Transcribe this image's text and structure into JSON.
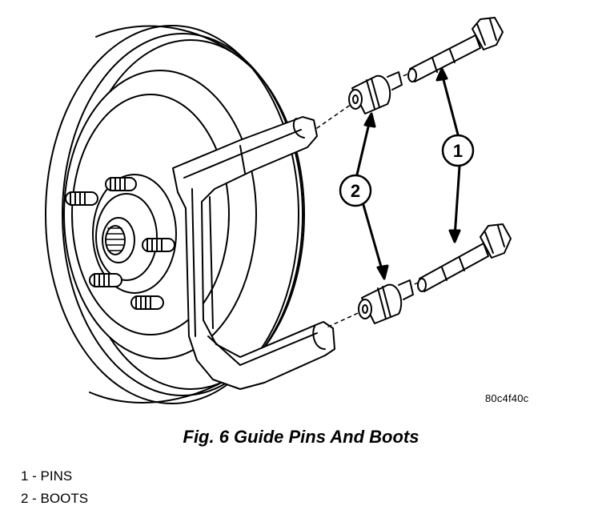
{
  "figure": {
    "code": "80c4f40c",
    "caption": "Fig. 6 Guide Pins And Boots",
    "callouts": [
      {
        "number": "1",
        "part": "pins"
      },
      {
        "number": "2",
        "part": "boots"
      }
    ]
  },
  "legend": {
    "items": [
      {
        "text": "1 - PINS"
      },
      {
        "text": "2 - BOOTS"
      }
    ]
  }
}
